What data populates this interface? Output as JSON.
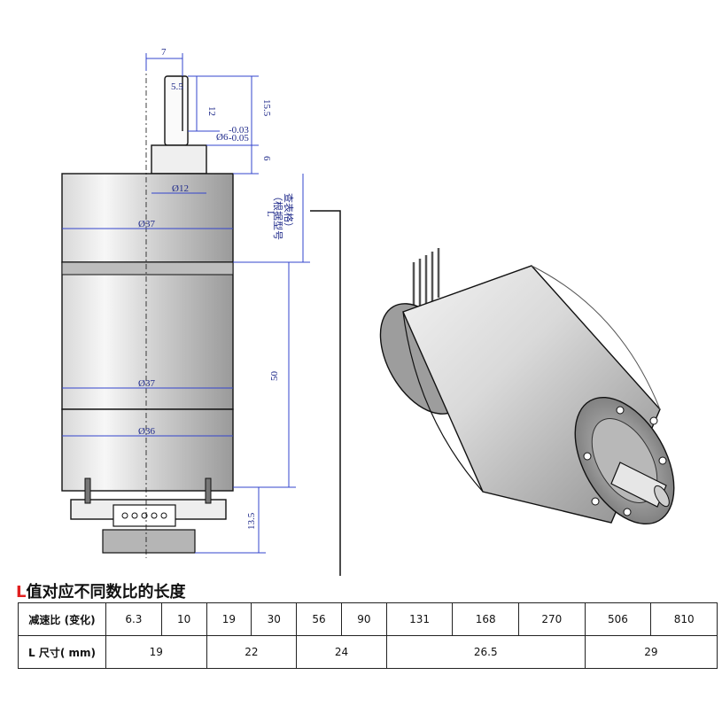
{
  "drawing": {
    "dims": {
      "shaft_offset": "7",
      "flat": "5.5",
      "flat_len": "12",
      "shaft_len": "15.5",
      "shaft_dia": "Ø6",
      "shaft_tol_upper": "-0.03",
      "shaft_tol_lower": "-0.05",
      "boss_h": "6",
      "boss_dia": "Ø12",
      "gearbox_dia": "Ø37",
      "L_label": "L",
      "L_note_line1": "（根据型号",
      "L_note_line2": "查表格）",
      "motor_dia": "Ø37",
      "motor_len": "50",
      "encoder_dia": "Ø36",
      "encoder_len": "13.5"
    }
  },
  "table": {
    "heading_accent": "L",
    "heading_rest": "值对应不同数比的长度",
    "row1_header": "减速比 (变化)",
    "ratios": [
      "6.3",
      "10",
      "19",
      "30",
      "56",
      "90",
      "131",
      "168",
      "270",
      "506",
      "810"
    ],
    "row2_header": "L 尺寸( mm)",
    "lengths": [
      {
        "value": "19",
        "span": 2
      },
      {
        "value": "22",
        "span": 2
      },
      {
        "value": "24",
        "span": 2
      },
      {
        "value": "26.5",
        "span": 3
      },
      {
        "value": "29",
        "span": 2
      }
    ]
  }
}
